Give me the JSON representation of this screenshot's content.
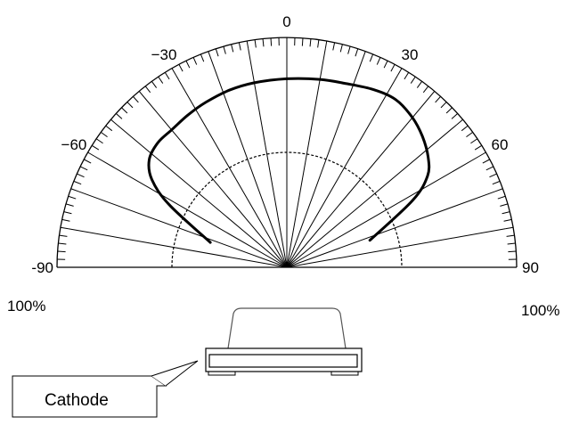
{
  "chart_data": {
    "type": "polar-radiation-pattern",
    "angle_unit": "degrees",
    "angle_range": [
      -90,
      90
    ],
    "angle_ticks": [
      {
        "value": -90,
        "label": "-90"
      },
      {
        "value": -60,
        "label": "−60"
      },
      {
        "value": -30,
        "label": "−30"
      },
      {
        "value": 0,
        "label": "0"
      },
      {
        "value": 30,
        "label": "30"
      },
      {
        "value": 60,
        "label": "60"
      },
      {
        "value": 90,
        "label": "90"
      }
    ],
    "radial_labels": {
      "left": "100%",
      "right": "100%"
    },
    "radial_range": [
      0,
      100
    ],
    "radial_gridline_percent": 50,
    "spoke_interval_degrees": 10,
    "rim_tick_interval_degrees": 2,
    "series": [
      {
        "color": "#000000",
        "points": [
          {
            "angle": -72,
            "r": 35
          },
          {
            "angle": -62,
            "r": 58
          },
          {
            "angle": -57,
            "r": 70
          },
          {
            "angle": -52,
            "r": 76
          },
          {
            "angle": -46,
            "r": 78
          },
          {
            "angle": -40,
            "r": 78
          },
          {
            "angle": -33,
            "r": 79
          },
          {
            "angle": -26,
            "r": 80
          },
          {
            "angle": -18,
            "r": 81
          },
          {
            "angle": -10,
            "r": 81.5
          },
          {
            "angle": 0,
            "r": 82
          },
          {
            "angle": 10,
            "r": 83
          },
          {
            "angle": 18,
            "r": 84
          },
          {
            "angle": 26,
            "r": 86
          },
          {
            "angle": 33,
            "r": 87
          },
          {
            "angle": 40,
            "r": 85
          },
          {
            "angle": 46,
            "r": 82
          },
          {
            "angle": 52,
            "r": 78
          },
          {
            "angle": 57,
            "r": 73
          },
          {
            "angle": 62,
            "r": 62
          },
          {
            "angle": 72,
            "r": 38
          }
        ]
      }
    ]
  },
  "package": {
    "callout_label": "Cathode"
  },
  "colors": {
    "grid": "#000000",
    "curve": "#000000",
    "package_outline": "#555555",
    "background": "#ffffff"
  }
}
